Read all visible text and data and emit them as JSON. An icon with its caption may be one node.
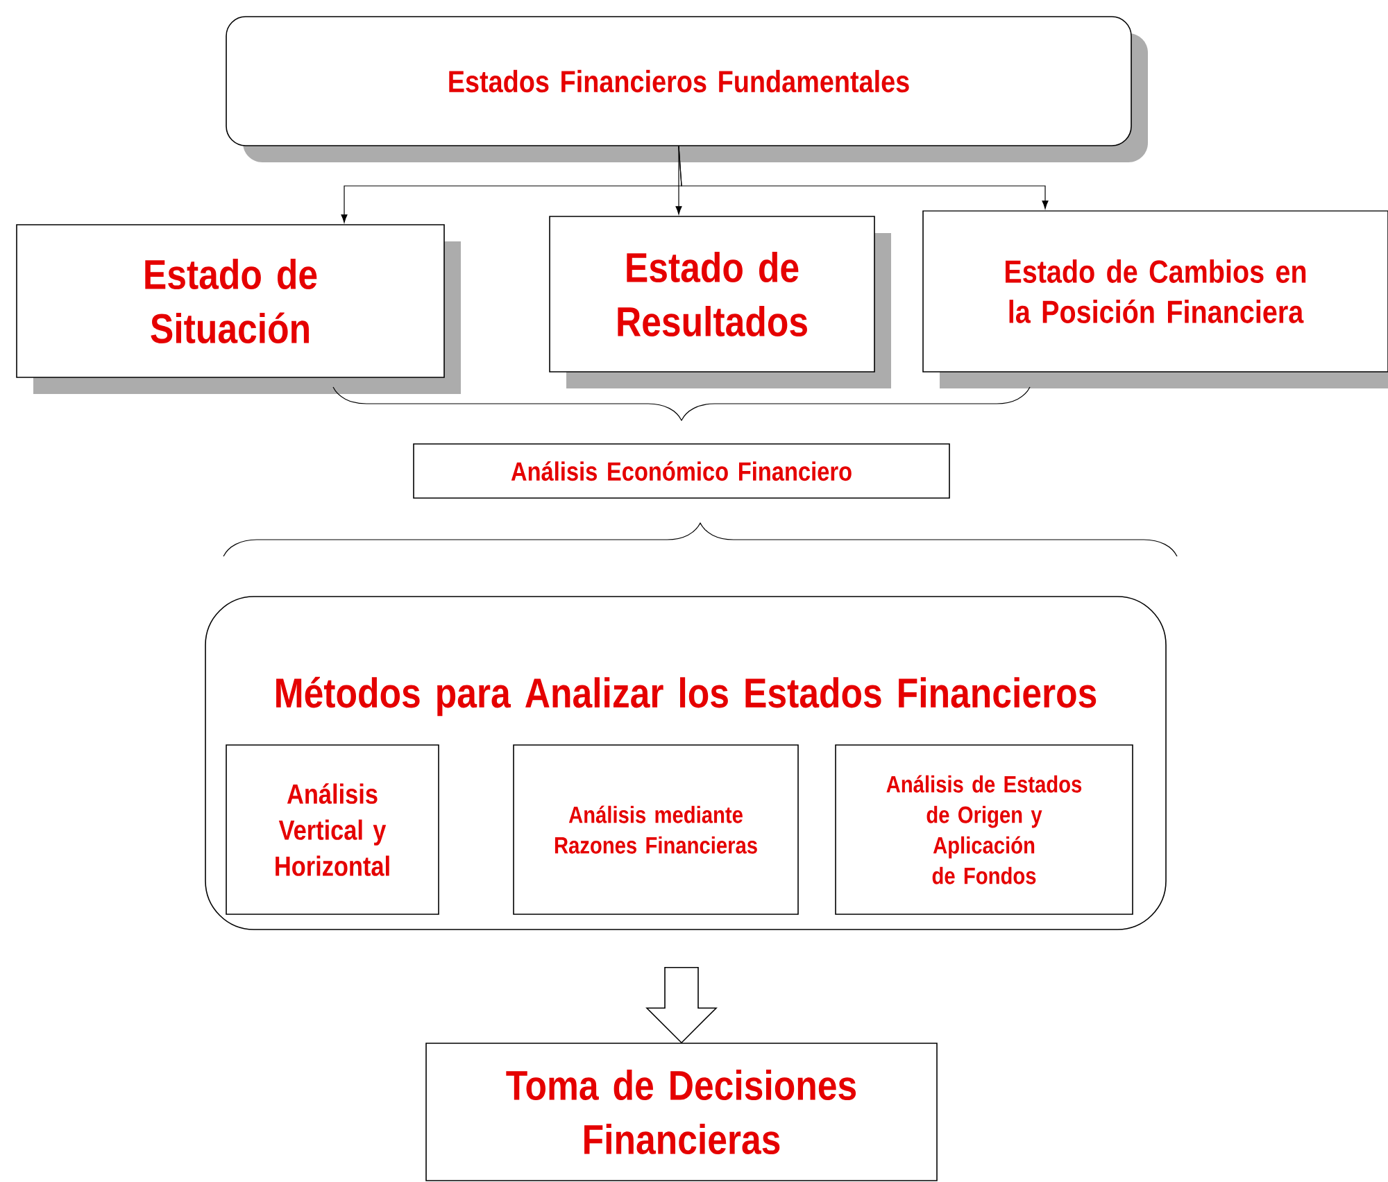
{
  "diagram": {
    "nodes": [
      {
        "text": [
          "Estados Financieros Fundamentales"
        ]
      },
      {
        "text": [
          "Estado de Situación"
        ]
      },
      {
        "text": [
          "Estado de Resultados"
        ]
      },
      {
        "text": [
          "Estado de Cambios en la Posición Financiera"
        ]
      },
      {
        "text": [
          "Análisis Económico Financiero"
        ]
      },
      {
        "text": [
          "Métodos para Analizar los Estados Financieros"
        ]
      },
      {
        "text": [
          "Análisis Vertical y Horizontal"
        ],
        "in": 5
      },
      {
        "text": [
          "Análisis mediante Razones Financieras"
        ],
        "in": 5
      },
      {
        "text": [
          "Análisis de Estados de Origen y Aplicación de Fondos"
        ],
        "in": 5
      },
      {
        "text": [
          "Toma de Decisiones Financieras"
        ]
      }
    ],
    "edges": [
      {
        "from": 0,
        "to": 1,
        "arrow": "to"
      },
      {
        "from": 0,
        "to": 2,
        "arrow": "to"
      },
      {
        "from": 0,
        "to": 3,
        "arrow": "to"
      },
      {
        "from": 5,
        "to": 9,
        "arrow": "to"
      }
    ]
  }
}
